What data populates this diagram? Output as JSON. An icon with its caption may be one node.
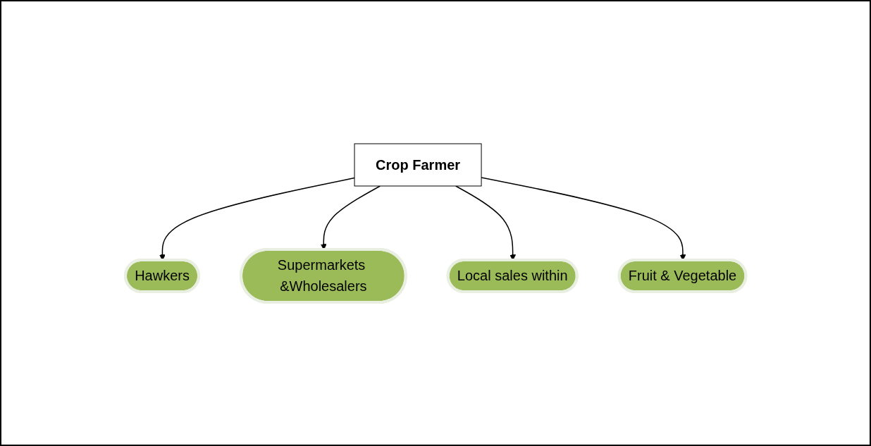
{
  "diagram": {
    "nodes": [
      {
        "text": [
          "Hawkers"
        ]
      },
      {
        "text": [
          "Supermarkets &Wholesalers"
        ]
      },
      {
        "text": [
          "Crop Farmer"
        ]
      },
      {
        "text": [
          "Local sales within"
        ]
      },
      {
        "text": [
          "Fruit & Vegetable"
        ]
      }
    ],
    "edges": [
      {
        "from": 2,
        "to": 0,
        "arrow": "to"
      },
      {
        "from": 2,
        "to": 1,
        "arrow": "to"
      },
      {
        "from": 2,
        "to": 3,
        "arrow": "to"
      },
      {
        "from": 2,
        "to": 4,
        "arrow": "to"
      }
    ]
  }
}
